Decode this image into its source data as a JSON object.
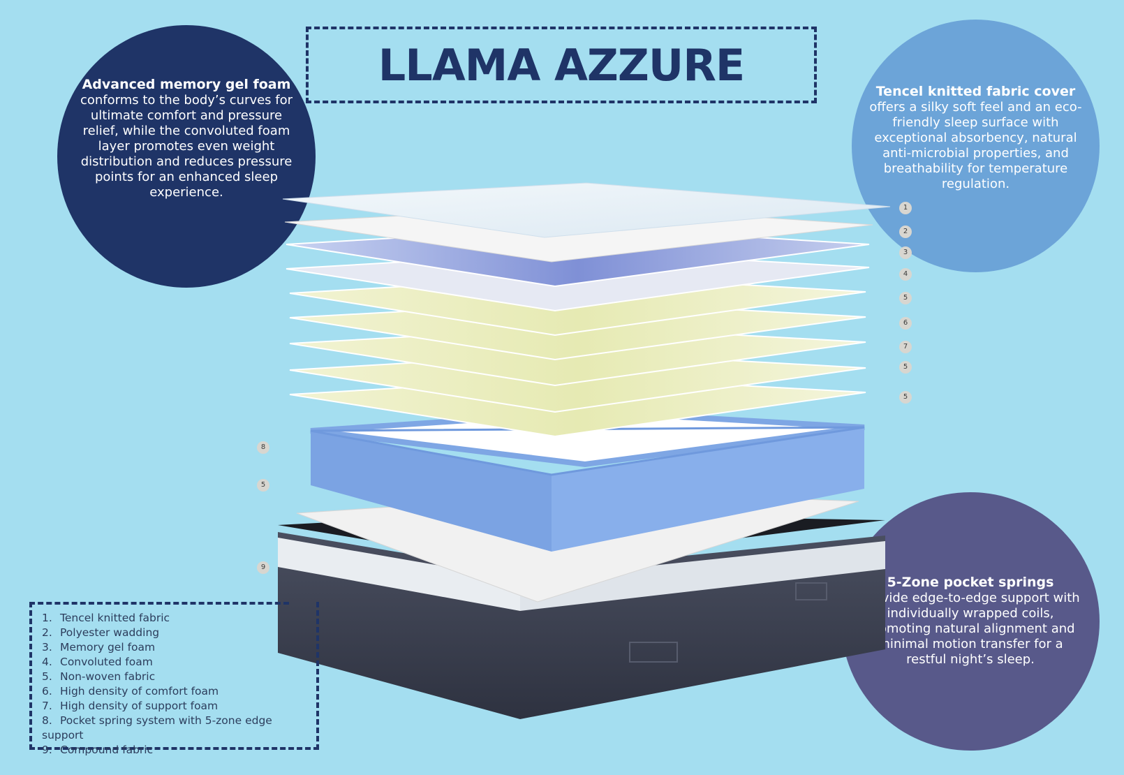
{
  "title": "LLAMA AZZURE",
  "callouts": {
    "memory_foam": {
      "title": "Advanced memory gel foam",
      "body": "conforms to the body’s curves for ultimate comfort and pressure relief, while the convoluted foam layer promotes even weight distribution and reduces pressure points for an enhanced sleep experience."
    },
    "tencel": {
      "title": "Tencel knitted fabric cover",
      "body": "offers a silky soft feel and an eco-friendly sleep surface with exceptional absorbency, natural anti-microbial properties, and breathability for temperature regulation."
    },
    "springs": {
      "title": "5-Zone pocket springs",
      "body": "provide edge-to-edge support with individually wrapped coils, promoting natural alignment and minimal motion transfer for a restful night’s sleep."
    }
  },
  "layer_markers": [
    "1",
    "2",
    "3",
    "4",
    "5",
    "6",
    "7",
    "5",
    "5",
    "8",
    "5",
    "9"
  ],
  "legend": [
    {
      "n": "1.",
      "label": "Tencel knitted fabric"
    },
    {
      "n": "2.",
      "label": "Polyester wadding"
    },
    {
      "n": "3.",
      "label": "Memory gel foam"
    },
    {
      "n": "4.",
      "label": "Convoluted foam"
    },
    {
      "n": "5.",
      "label": "Non-woven fabric"
    },
    {
      "n": "6.",
      "label": "High density of comfort foam"
    },
    {
      "n": "7.",
      "label": "High density of support foam"
    },
    {
      "n": "8.",
      "label": "Pocket spring system with 5-zone edge support"
    },
    {
      "n": "9.",
      "label": "Compound fabric"
    }
  ],
  "colors": {
    "background": "#a4def0",
    "navy": "#1f3467",
    "light_blue": "#6ca4d8",
    "slate": "#58598a"
  }
}
